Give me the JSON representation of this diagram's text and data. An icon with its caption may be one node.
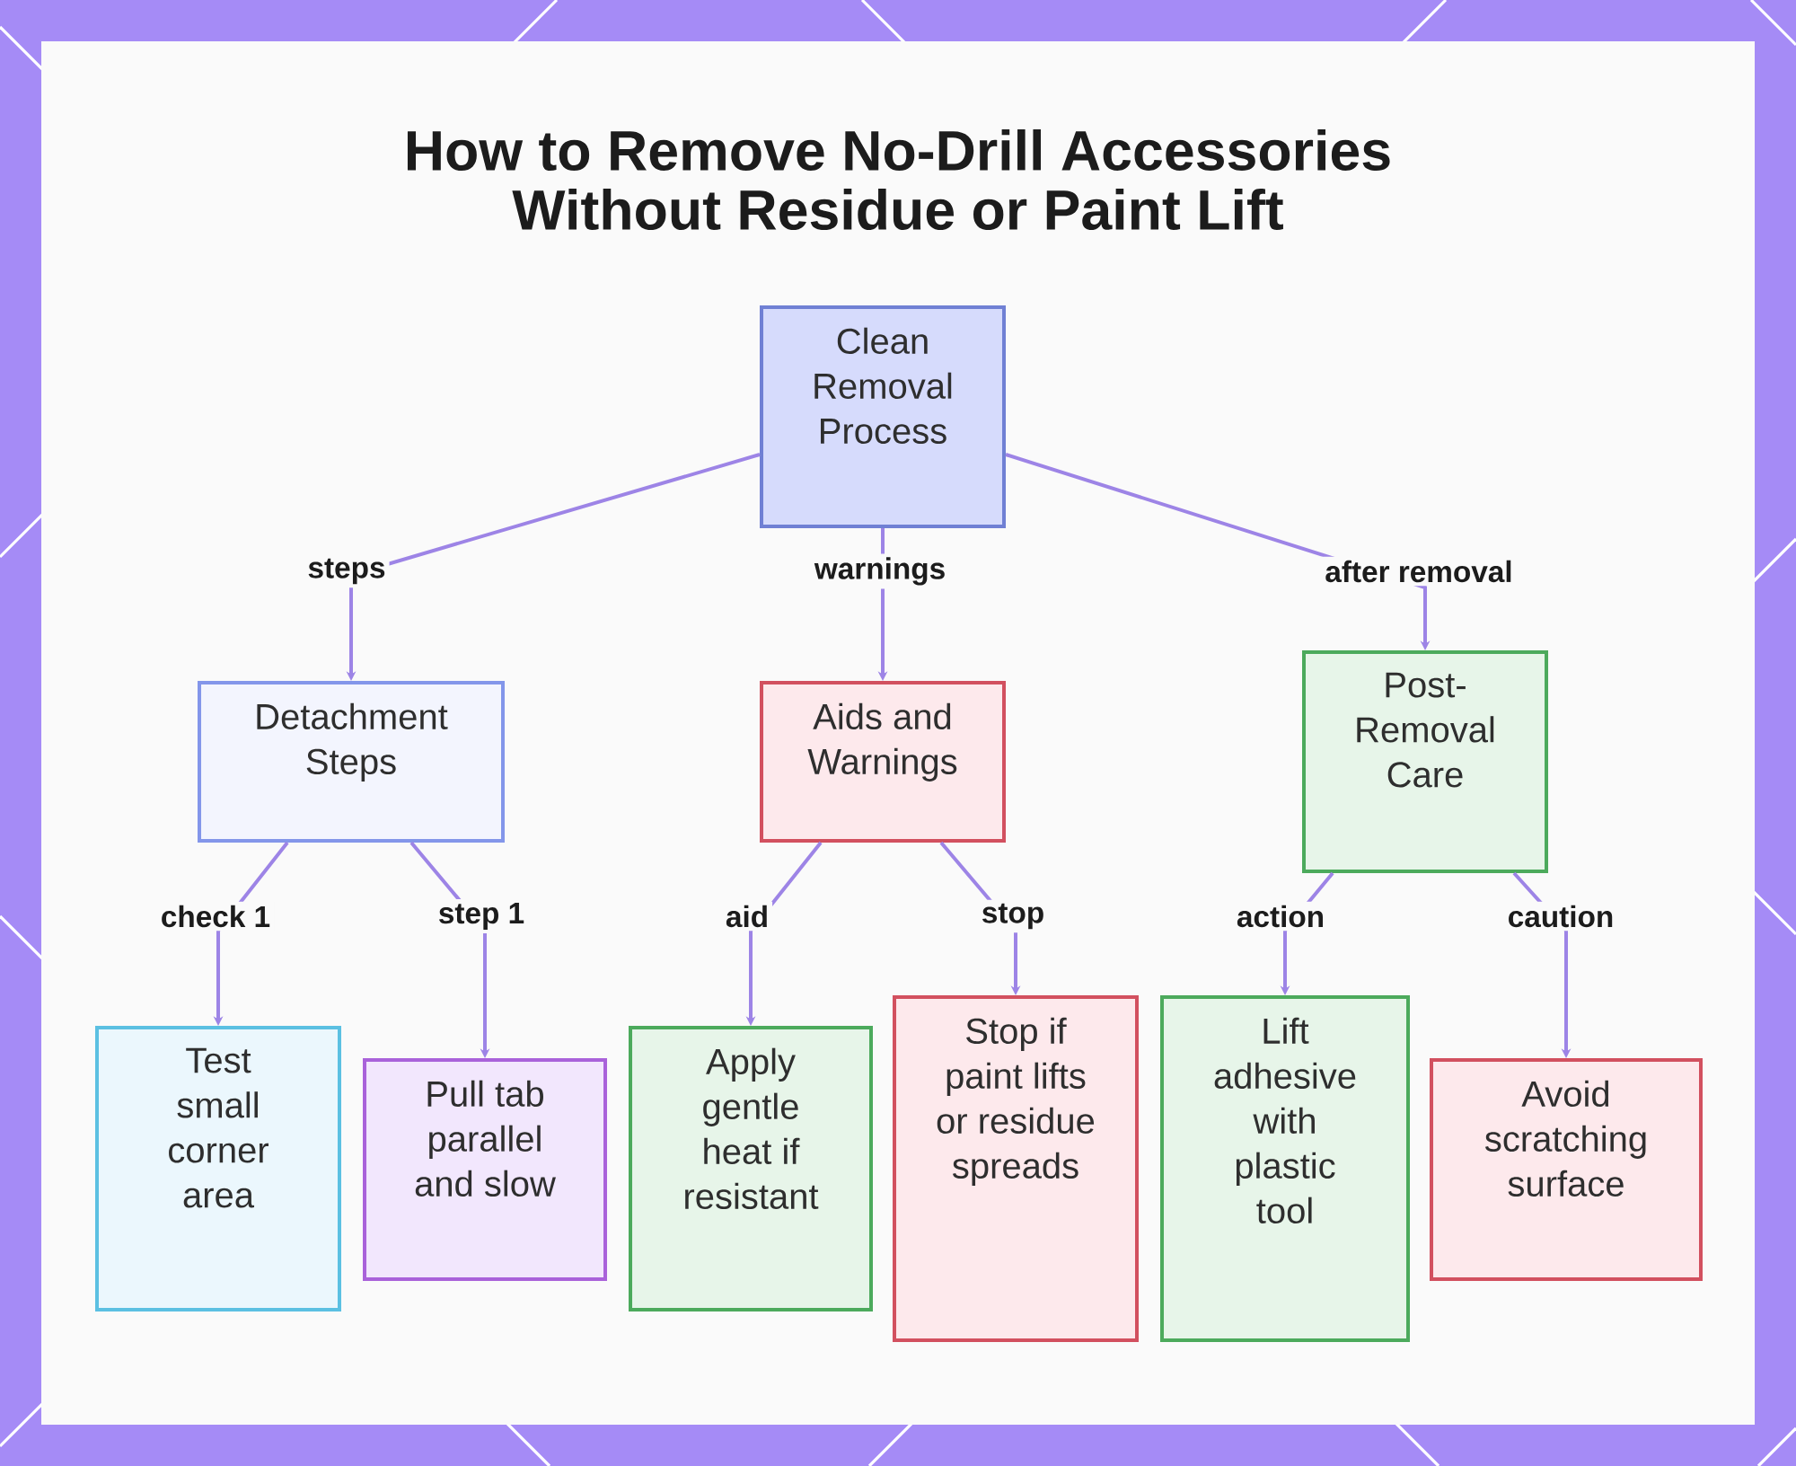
{
  "diagram": {
    "title": "How to Remove No-Drill Accessories Without Residue or Paint Lift",
    "nodes": [
      {
        "text": [
          "Clean Removal Process"
        ]
      },
      {
        "text": [
          "Detachment Steps"
        ]
      },
      {
        "text": [
          "Aids and Warnings"
        ]
      },
      {
        "text": [
          "Post-Removal Care"
        ]
      },
      {
        "text": [
          "Test small corner area"
        ]
      },
      {
        "text": [
          "Pull tab parallel and slow"
        ]
      },
      {
        "text": [
          "Apply gentle heat if resistant"
        ]
      },
      {
        "text": [
          "Stop if paint lifts or residue spreads"
        ]
      },
      {
        "text": [
          "Lift adhesive with plastic tool"
        ]
      },
      {
        "text": [
          "Avoid scratching surface"
        ]
      }
    ],
    "edges": [
      {
        "from": 0,
        "to": 1,
        "arrow": "to",
        "label": "steps"
      },
      {
        "from": 0,
        "to": 2,
        "arrow": "to",
        "label": "warnings"
      },
      {
        "from": 0,
        "to": 3,
        "arrow": "to",
        "label": "after removal"
      },
      {
        "from": 1,
        "to": 4,
        "arrow": "to",
        "label": "check 1"
      },
      {
        "from": 1,
        "to": 5,
        "arrow": "to",
        "label": "step 1"
      },
      {
        "from": 2,
        "to": 6,
        "arrow": "to",
        "label": "aid"
      },
      {
        "from": 2,
        "to": 7,
        "arrow": "to",
        "label": "stop"
      },
      {
        "from": 3,
        "to": 8,
        "arrow": "to",
        "label": "action"
      },
      {
        "from": 3,
        "to": 9,
        "arrow": "to",
        "label": "caution"
      }
    ]
  }
}
